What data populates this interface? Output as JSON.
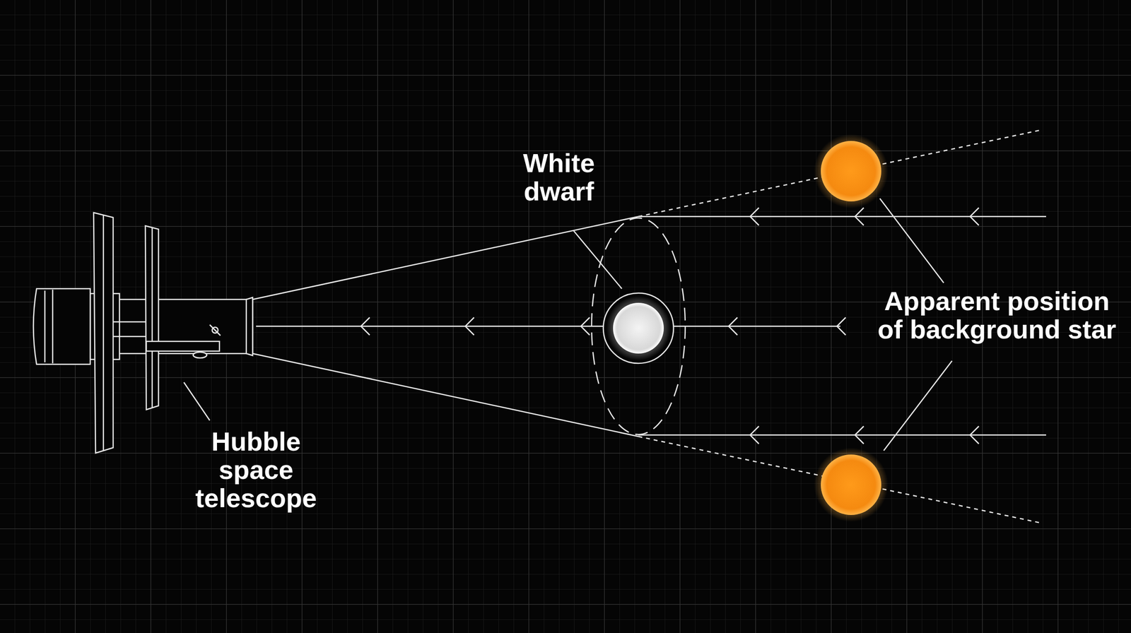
{
  "diagram": {
    "labels": [
      "White dwarf",
      "Hubble space telescope",
      "Apparent position of background star"
    ]
  }
}
